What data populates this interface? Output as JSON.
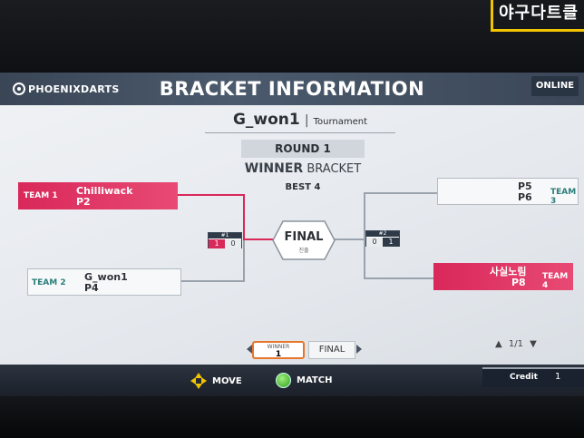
{
  "sign": "야구다트클",
  "header": {
    "logo": "PHOENIXDARTS",
    "title": "BRACKET INFORMATION",
    "status": "ONLINE"
  },
  "tournament": {
    "name": "G_won1",
    "separator": "|",
    "type": "Tournament"
  },
  "round": "ROUND 1",
  "bracket": {
    "word1": "WINNER",
    "word2": "BRACKET"
  },
  "best": "BEST 4",
  "teams": {
    "team1": {
      "label": "TEAM 1",
      "name": "Chilliwack",
      "player": "P2"
    },
    "team2": {
      "label": "TEAM 2",
      "name": "G_won1",
      "player": "P4"
    },
    "team3": {
      "label": "TEAM 3",
      "name": "P5",
      "player": "P6"
    },
    "team4": {
      "label": "TEAM 4",
      "name": "사실노림",
      "player": "P8"
    }
  },
  "matches": {
    "m1": {
      "tag": "#1",
      "score_a": "1",
      "score_b": "0"
    },
    "m2": {
      "tag": "#2",
      "score_a": "0",
      "score_b": "1"
    }
  },
  "final": {
    "label": "FINAL",
    "sub": "진출"
  },
  "nav": {
    "winner_top": "WINNER",
    "winner_num": "1",
    "final": "FINAL",
    "page": "1/1"
  },
  "footer": {
    "move": "MOVE",
    "match": "MATCH",
    "credit_label": "Credit",
    "credit_value": "1"
  },
  "colors": {
    "accent_red": "#d9285a",
    "header_bg": "#3a4656",
    "team_teal": "#2a7d7a",
    "highlight_orange": "#e8752a"
  }
}
